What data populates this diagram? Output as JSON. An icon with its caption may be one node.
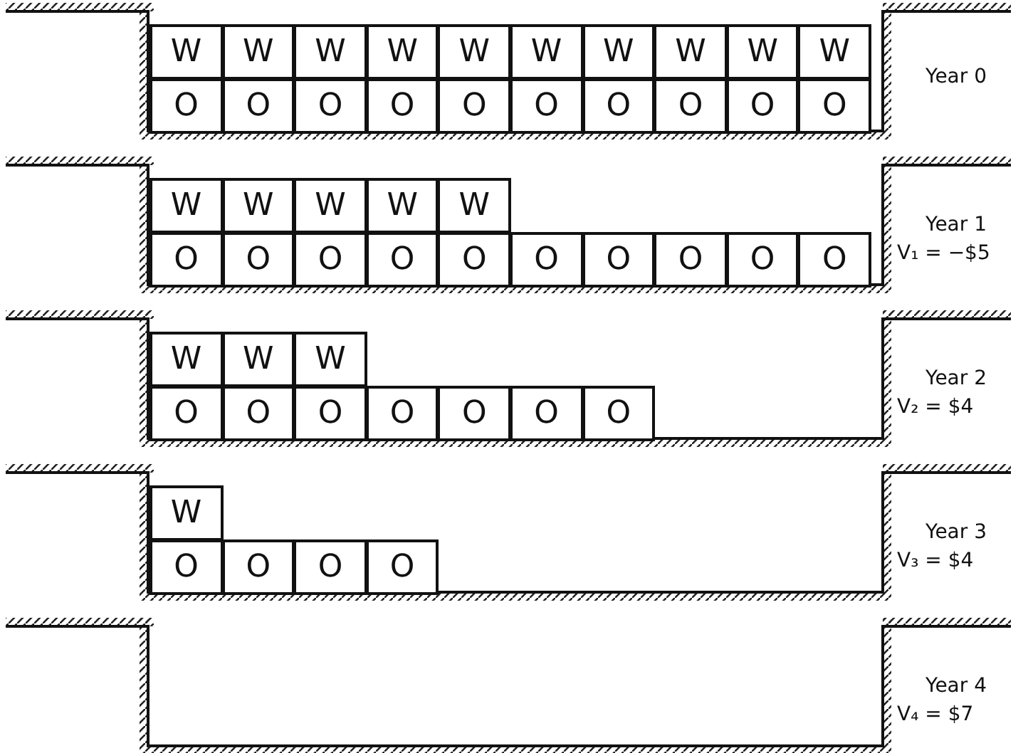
{
  "diagram": {
    "nodes": [
      {
        "text": [
          "W"
        ]
      },
      {
        "text": [
          "W"
        ]
      },
      {
        "text": [
          "W"
        ]
      },
      {
        "text": [
          "W"
        ]
      },
      {
        "text": [
          "W"
        ]
      },
      {
        "text": [
          "W"
        ]
      },
      {
        "text": [
          "W"
        ]
      },
      {
        "text": [
          "W"
        ]
      },
      {
        "text": [
          "W"
        ]
      },
      {
        "text": [
          "W"
        ]
      },
      {
        "text": [
          "O"
        ]
      },
      {
        "text": [
          "O"
        ]
      },
      {
        "text": [
          "O"
        ]
      },
      {
        "text": [
          "O"
        ]
      },
      {
        "text": [
          "O"
        ]
      },
      {
        "text": [
          "O"
        ]
      },
      {
        "text": [
          "O"
        ]
      },
      {
        "text": [
          "O"
        ]
      },
      {
        "text": [
          "O"
        ]
      },
      {
        "text": [
          "O"
        ]
      },
      {
        "text": [
          "W"
        ]
      },
      {
        "text": [
          "W"
        ]
      },
      {
        "text": [
          "W"
        ]
      },
      {
        "text": [
          "W"
        ]
      },
      {
        "text": [
          "W"
        ]
      },
      {
        "text": [
          "O"
        ]
      },
      {
        "text": [
          "O"
        ]
      },
      {
        "text": [
          "O"
        ]
      },
      {
        "text": [
          "O"
        ]
      },
      {
        "text": [
          "O"
        ]
      },
      {
        "text": [
          "O"
        ]
      },
      {
        "text": [
          "O"
        ]
      },
      {
        "text": [
          "O"
        ]
      },
      {
        "text": [
          "O"
        ]
      },
      {
        "text": [
          "O"
        ]
      },
      {
        "text": [
          "W"
        ]
      },
      {
        "text": [
          "W"
        ]
      },
      {
        "text": [
          "W"
        ]
      },
      {
        "text": [
          "O"
        ]
      },
      {
        "text": [
          "O"
        ]
      },
      {
        "text": [
          "O"
        ]
      },
      {
        "text": [
          "O"
        ]
      },
      {
        "text": [
          "O"
        ]
      },
      {
        "text": [
          "O"
        ]
      },
      {
        "text": [
          "O"
        ]
      },
      {
        "text": [
          "W"
        ]
      },
      {
        "text": [
          "O"
        ]
      },
      {
        "text": [
          "O"
        ]
      },
      {
        "text": [
          "O"
        ]
      },
      {
        "text": [
          "O"
        ]
      }
    ],
    "labels": [
      "Year 0",
      "Year 1",
      "V₁ = −$5",
      "Year 2",
      "V₂ = $4",
      "Year 3",
      "V₃ = $4",
      "Year 4",
      "V₄ = $7"
    ]
  }
}
